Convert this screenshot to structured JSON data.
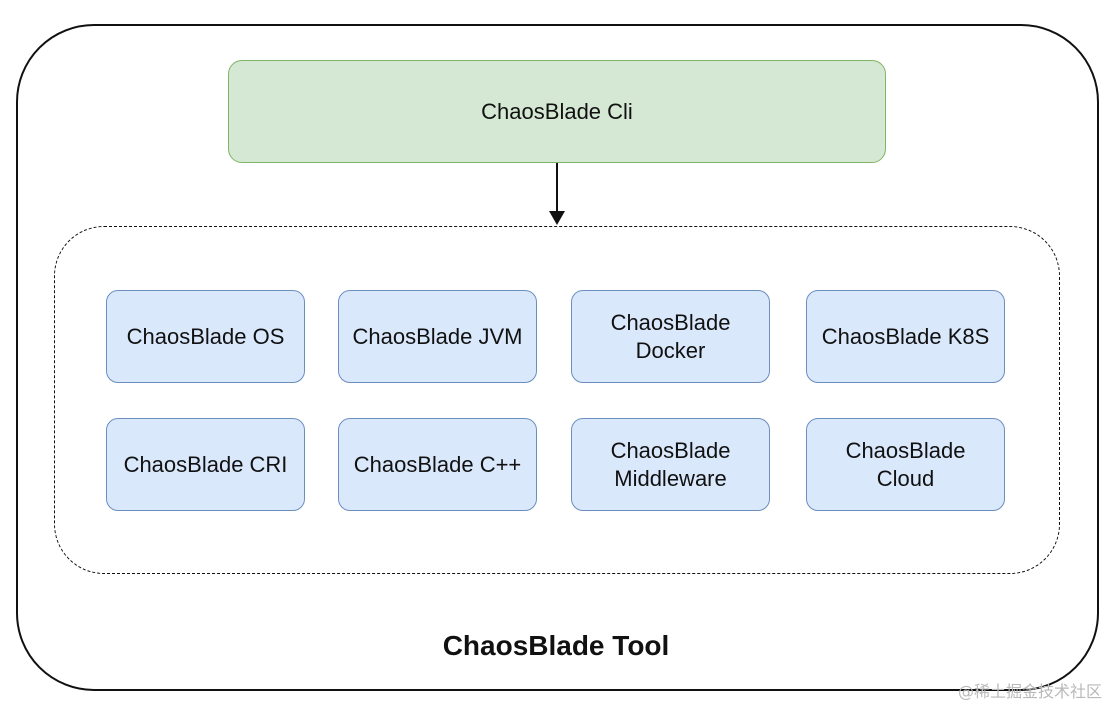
{
  "diagram": {
    "cli": {
      "label": "ChaosBlade Cli"
    },
    "modules": [
      {
        "label": "ChaosBlade OS"
      },
      {
        "label": "ChaosBlade JVM"
      },
      {
        "label": "ChaosBlade Docker"
      },
      {
        "label": "ChaosBlade K8S"
      },
      {
        "label": "ChaosBlade CRI"
      },
      {
        "label": "ChaosBlade C++"
      },
      {
        "label": "ChaosBlade Middleware"
      },
      {
        "label": "ChaosBlade Cloud"
      }
    ],
    "tool_title": "ChaosBlade Tool"
  },
  "watermark": {
    "text": "@稀土掘金技术社区"
  },
  "colors": {
    "cli_fill": "#d5e8d4",
    "cli_border": "#82b366",
    "module_fill": "#dae8fc",
    "module_border": "#6c8ebf"
  }
}
